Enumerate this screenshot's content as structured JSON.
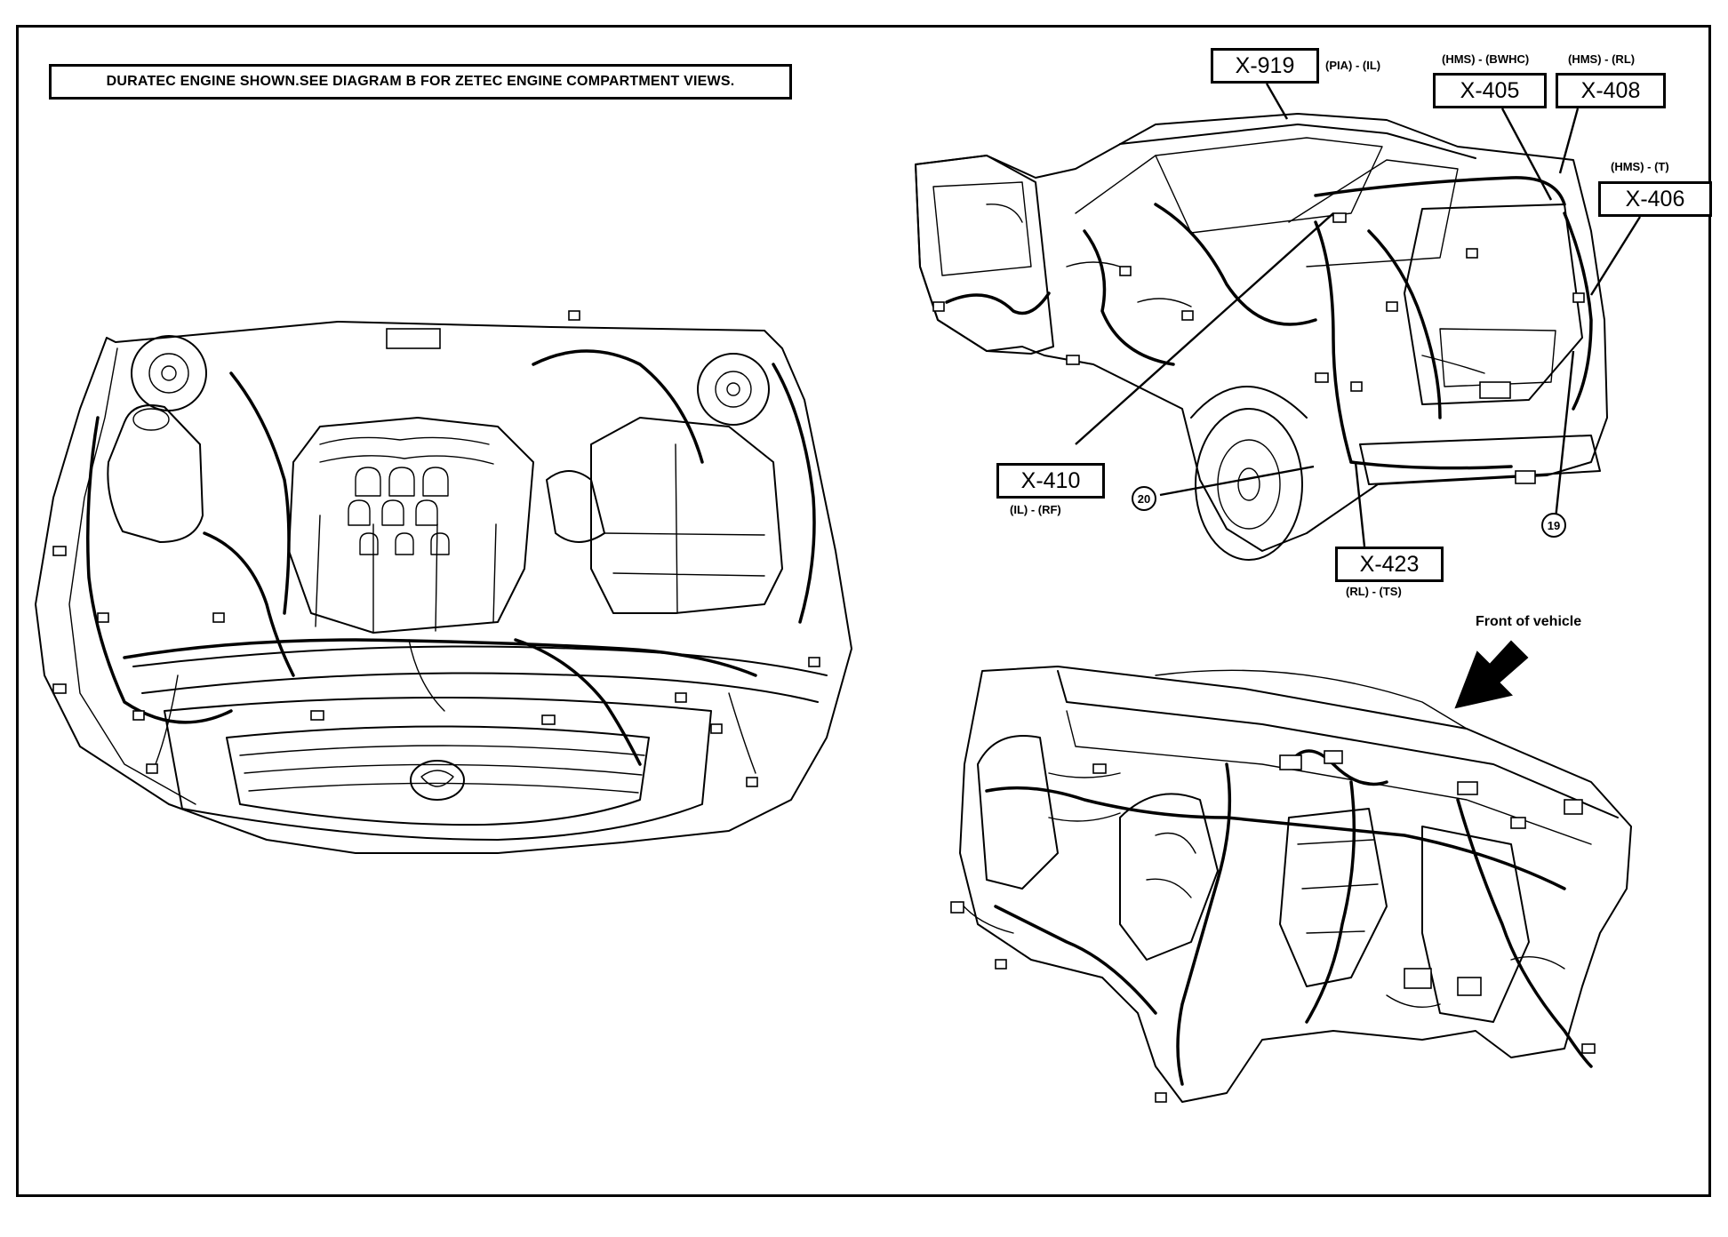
{
  "header_note": "DURATEC ENGINE SHOWN.SEE DIAGRAM B FOR ZETEC ENGINE COMPARTMENT VIEWS.",
  "callouts": [
    {
      "id": "x919",
      "label": "X-919",
      "tag": "(PIA) - (IL)"
    },
    {
      "id": "x405",
      "label": "X-405",
      "tag": "(HMS) - (BWHC)"
    },
    {
      "id": "x408",
      "label": "X-408",
      "tag": "(HMS) - (RL)"
    },
    {
      "id": "x406",
      "label": "X-406",
      "tag": "(HMS) - (T)"
    },
    {
      "id": "x410",
      "label": "X-410",
      "tag": "(IL) - (RF)"
    },
    {
      "id": "x423",
      "label": "X-423",
      "tag": "(RL) - (TS)"
    }
  ],
  "ground_points": [
    "20",
    "19"
  ],
  "front_label": "Front of vehicle",
  "illustrations": {
    "engine_bay": "engine-compartment-view",
    "rear_body": "rear-body-harness-view",
    "instrument_panel": "instrument-panel-harness-view",
    "arrow_icon": "front-direction-arrow-icon"
  }
}
